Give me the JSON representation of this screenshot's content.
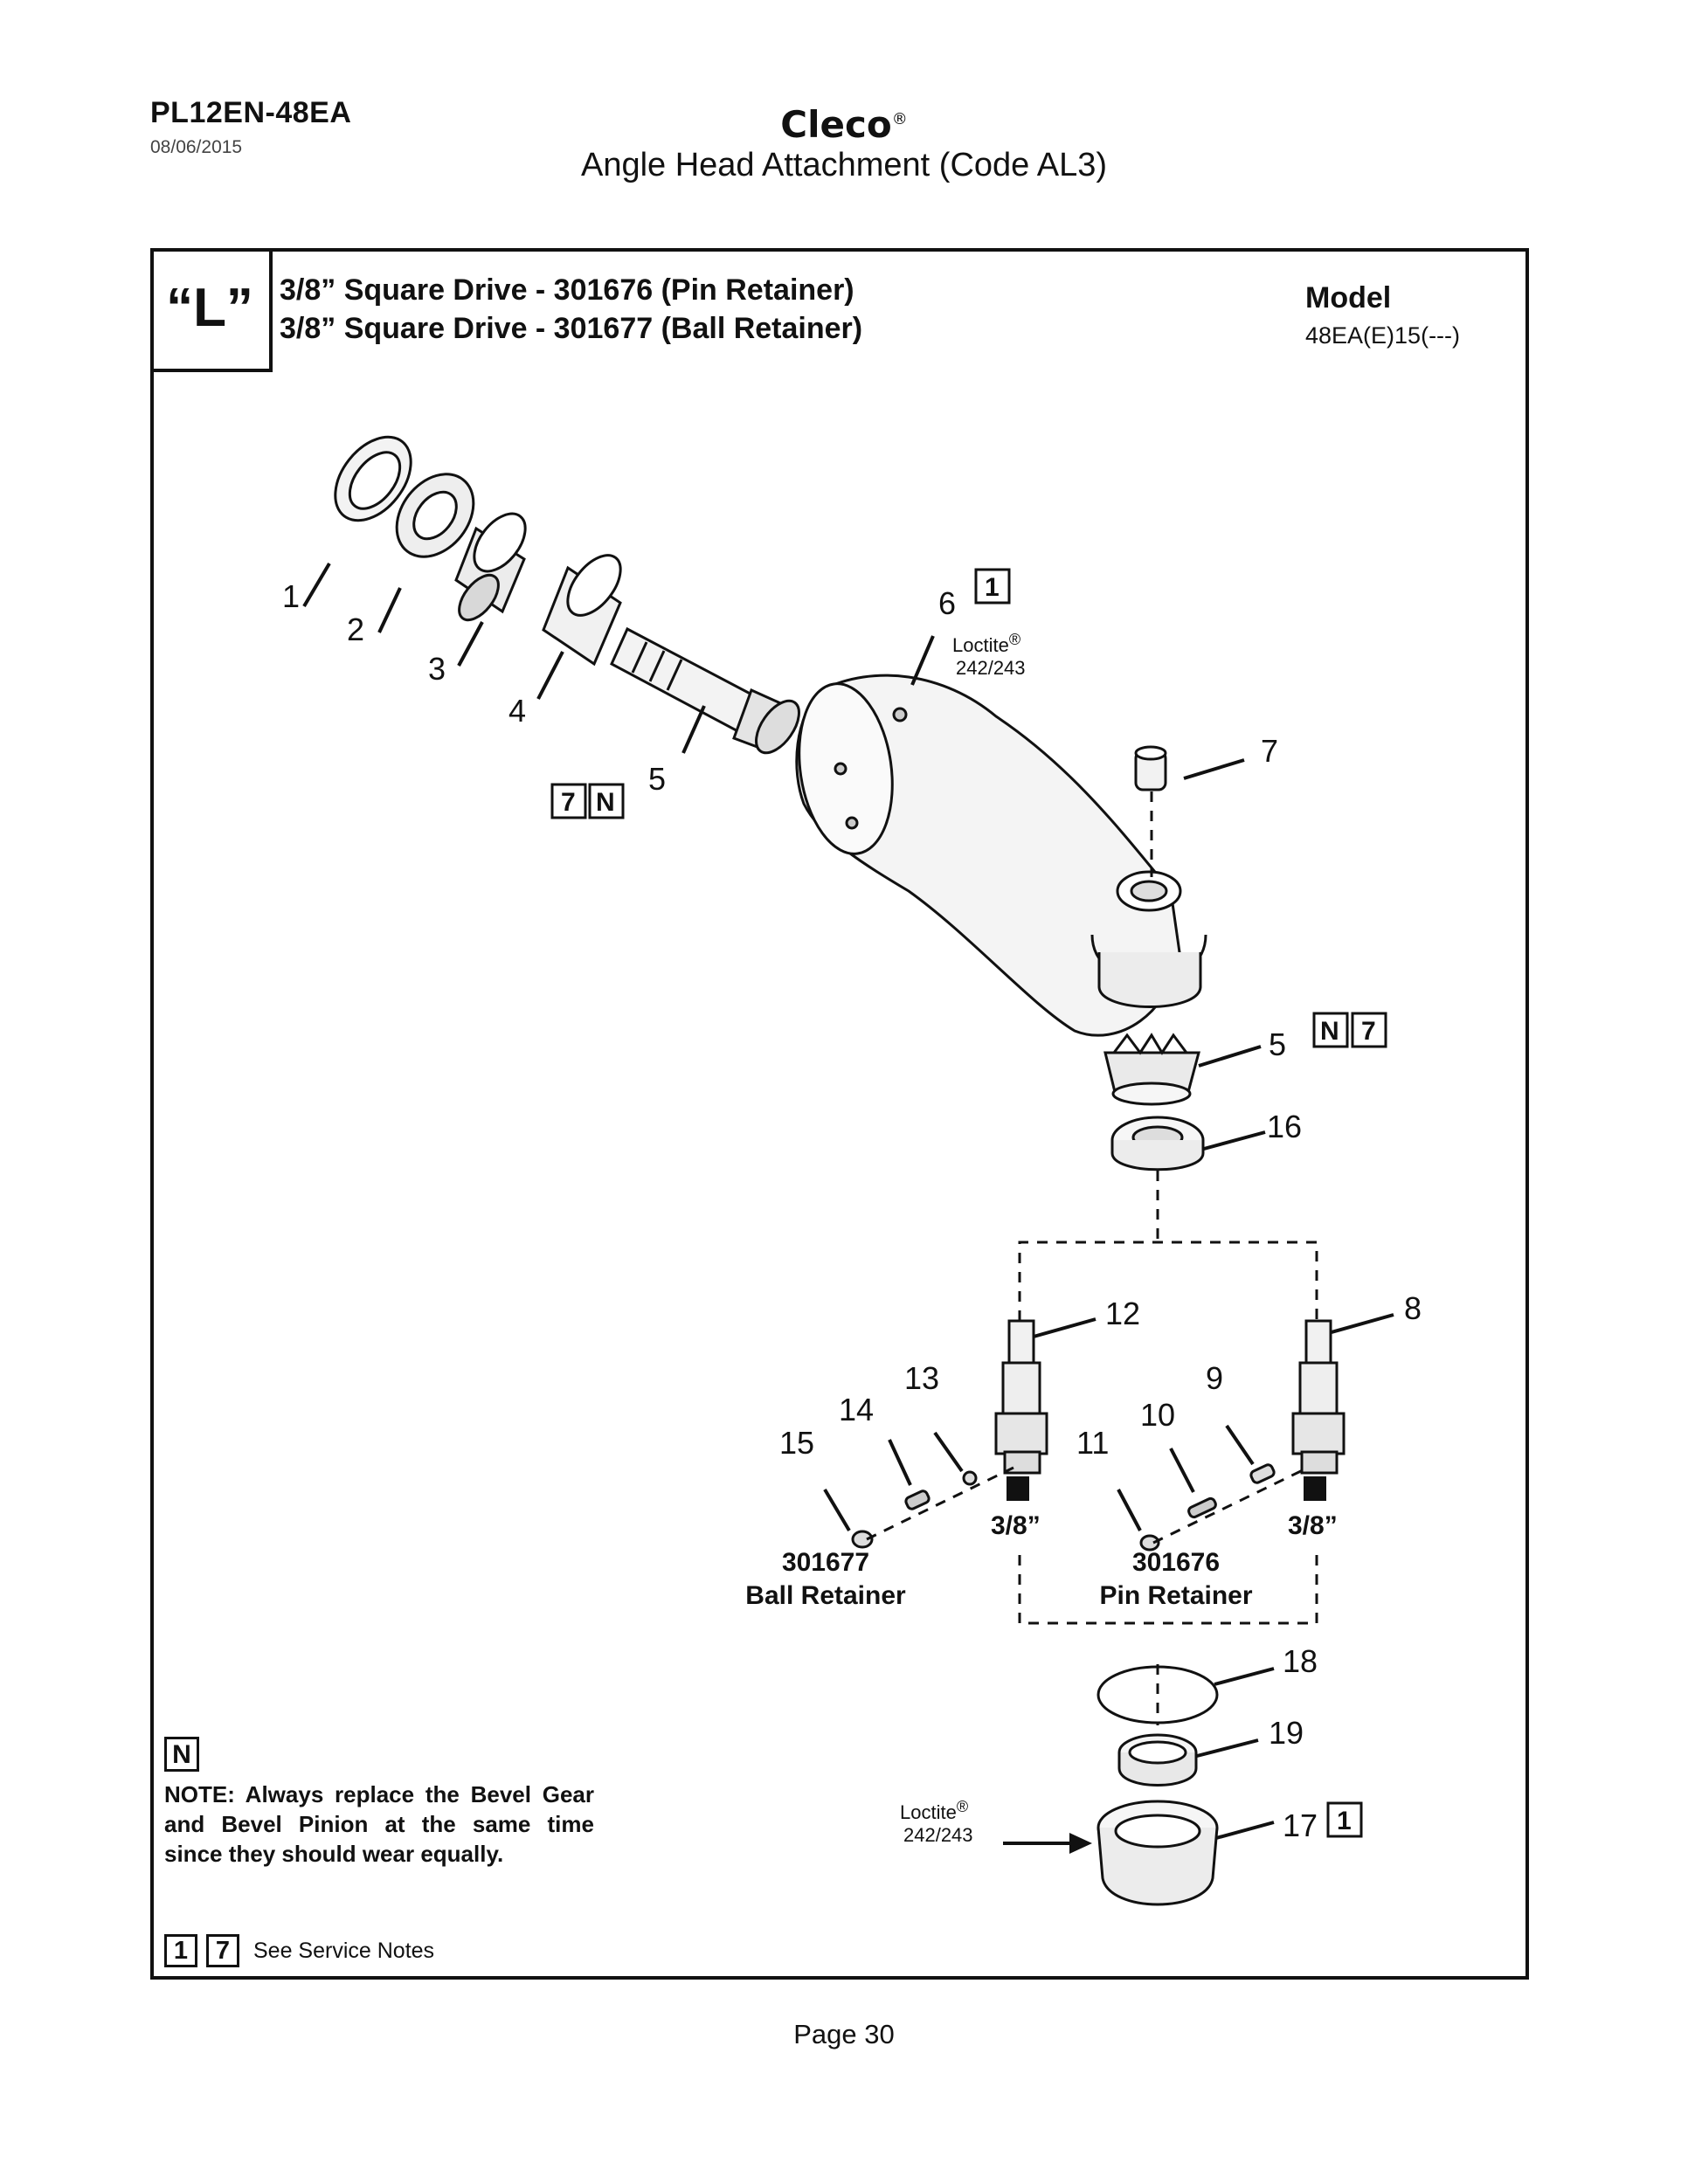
{
  "header": {
    "doc_id": "PL12EN-48EA",
    "date": "08/06/2015",
    "brand": "Cleco",
    "brand_mark": "®",
    "subtitle": "Angle Head Attachment (Code AL3)"
  },
  "section": {
    "letter": "“L”",
    "line1": "3/8” Square Drive - 301676 (Pin Retainer)",
    "line2": "3/8” Square Drive - 301677 (Ball Retainer)",
    "model_title": "Model",
    "model_code": "48EA(E)15(---)"
  },
  "callouts": [
    "1",
    "2",
    "3",
    "4",
    "5",
    "6",
    "7",
    "5",
    "16",
    "12",
    "8",
    "13",
    "9",
    "14",
    "10",
    "15",
    "11",
    "18",
    "19",
    "17"
  ],
  "service_boxes": {
    "one": "1",
    "seven": "7",
    "n": "N"
  },
  "loctite": {
    "brand": "Loctite",
    "mark": "®",
    "grade": "242/243"
  },
  "drive_labels": {
    "left_size": "3/8”",
    "right_size": "3/8”"
  },
  "retainers": {
    "ball_part": "301677",
    "ball_name": "Ball Retainer",
    "pin_part": "301676",
    "pin_name": "Pin Retainer"
  },
  "note": {
    "marker": "N",
    "text": "NOTE: Always replace the Bevel Gear and Bevel Pinion at the same time since they should wear equally."
  },
  "service_notes": {
    "box1": "1",
    "box2": "7",
    "text": "See Service Notes"
  },
  "footer": {
    "page": "Page 30"
  }
}
